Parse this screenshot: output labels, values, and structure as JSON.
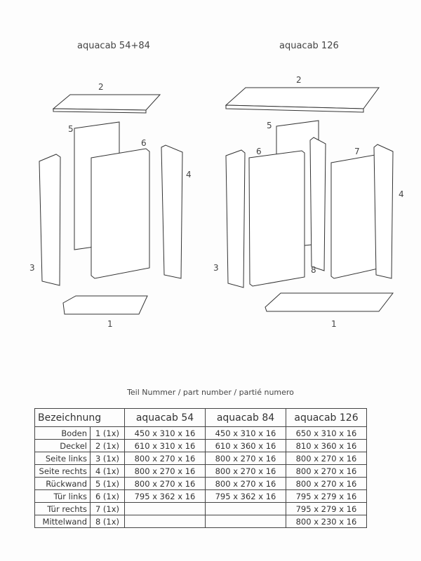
{
  "titles": {
    "left": "aquacab 54+84",
    "right": "aquacab 126"
  },
  "labels_left": [
    "1",
    "2",
    "3",
    "4",
    "5",
    "6"
  ],
  "labels_right": [
    "1",
    "2",
    "3",
    "4",
    "5",
    "6",
    "7",
    "8"
  ],
  "caption": "Teil Nummer / part number / partié numero",
  "table": {
    "headers": [
      "Bezeichnung",
      "aquacab 54",
      "aquacab 84",
      "aquacab 126"
    ],
    "rows": [
      {
        "name": "Boden",
        "num": "1 (1x)",
        "a54": "450 x 310 x 16",
        "a84": "450 x 310 x 16",
        "a126": "650 x 310 x 16"
      },
      {
        "name": "Deckel",
        "num": "2 (1x)",
        "a54": "610 x 310 x 16",
        "a84": "610 x 360 x 16",
        "a126": "810 x 360 x 16"
      },
      {
        "name": "Seite links",
        "num": "3 (1x)",
        "a54": "800 x 270 x 16",
        "a84": "800 x 270 x 16",
        "a126": "800 x 270 x 16"
      },
      {
        "name": "Seite rechts",
        "num": "4 (1x)",
        "a54": "800 x 270 x 16",
        "a84": "800 x 270 x 16",
        "a126": "800 x 270 x 16"
      },
      {
        "name": "Rückwand",
        "num": "5 (1x)",
        "a54": "800 x 270 x 16",
        "a84": "800 x 270 x 16",
        "a126": "800 x 270 x 16"
      },
      {
        "name": "Tür links",
        "num": "6 (1x)",
        "a54": "795 x 362 x 16",
        "a84": "795 x 362 x 16",
        "a126": "795 x 279 x 16"
      },
      {
        "name": "Tür rechts",
        "num": "7 (1x)",
        "a54": "",
        "a84": "",
        "a126": "795 x 279 x 16"
      },
      {
        "name": "Mittelwand",
        "num": "8 (1x)",
        "a54": "",
        "a84": "",
        "a126": "800 x 230 x 16"
      }
    ]
  }
}
